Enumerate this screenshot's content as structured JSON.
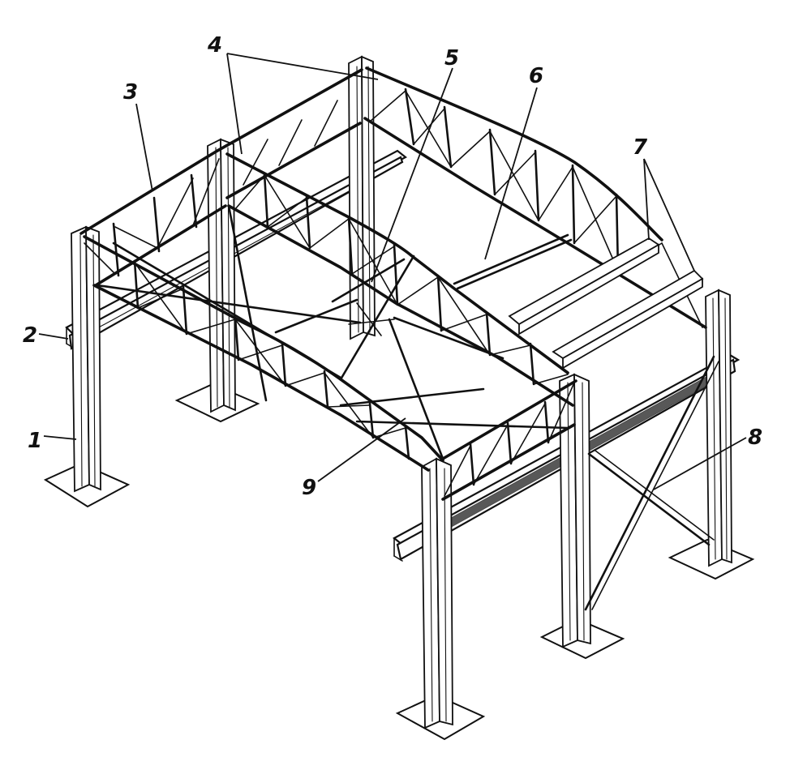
{
  "labels": [
    {
      "id": "1",
      "text": "1"
    },
    {
      "id": "2",
      "text": "2"
    },
    {
      "id": "3",
      "text": "3"
    },
    {
      "id": "4",
      "text": "4"
    },
    {
      "id": "5",
      "text": "5"
    },
    {
      "id": "6",
      "text": "6"
    },
    {
      "id": "7",
      "text": "7"
    },
    {
      "id": "8",
      "text": "8"
    },
    {
      "id": "9",
      "text": "9"
    }
  ],
  "colors": {
    "ink": "#111111",
    "background": "#ffffff"
  }
}
